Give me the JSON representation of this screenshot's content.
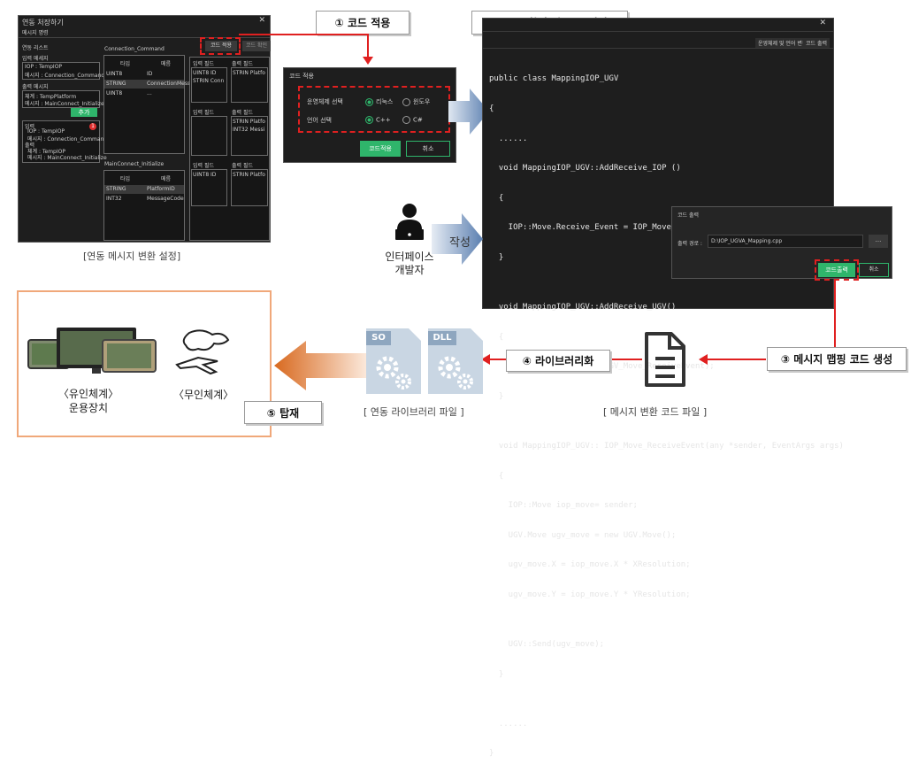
{
  "settings_window": {
    "title": "연동 처장하기",
    "tab": "메시지 명령",
    "sections": {
      "list": "연동 리스트",
      "input": "입력 메세지",
      "output": "출력 메시지"
    },
    "input_value": [
      "IOP : TempIOP",
      "메시지 : Connection_Command"
    ],
    "output_value": [
      "체계 : TempPlatform",
      "메시지 : MainConnect_Initialize"
    ],
    "add_button": "추가",
    "summary": [
      "입력",
      "IOP : TempIOP",
      "메시지 : Connection_Command",
      "출력",
      "체계 : TempIOP",
      "메시지 : MainConnect_Initialize"
    ],
    "badge": "1",
    "table1_title": "Connection_Command",
    "table2_title": "MainConnect_Initialize",
    "col_type": "타입",
    "col_name": "메름",
    "table1_rows": [
      [
        "UINT8",
        "ID"
      ],
      [
        "STRING",
        "ConnectionMessa"
      ],
      [
        "UINT8",
        "..."
      ]
    ],
    "table2_rows": [
      [
        "STRING",
        "PlatformID"
      ],
      [
        "INT32",
        "MessageCode"
      ]
    ],
    "code_apply_btn": "코드 적용",
    "code_verify_btn": "코드 확인",
    "field_in": "입력 필드",
    "field_out": "출력 필드",
    "field_items": [
      "UINT8 ID",
      "STRIN Conn",
      "STRIN Platfo",
      "STRIN Platfo",
      "INT32 Messi",
      "UINT8 ID",
      "STRIN Platfo"
    ]
  },
  "caption_settings": "[연동 메시지 변환 설정]",
  "step1": "① 코드 적용",
  "step2": "② 코드 확인 및 코드 편집",
  "step3": "③ 메시지 맵핑 코드 생성",
  "step4": "④ 라이브러리화",
  "step5": "⑤ 탑재",
  "apply_dialog": {
    "title": "코드 적용",
    "os_label": "운영체제 선택",
    "os_options": [
      "리눅스",
      "윈도우"
    ],
    "lang_label": "언어 선택",
    "lang_options": [
      "C++",
      "C#"
    ],
    "apply_btn": "코드적용",
    "cancel_btn": "취소"
  },
  "editor": {
    "tab_os": "운영체제 및 언어 변경",
    "tab_out": "코드 출력",
    "lines": [
      "public class MappingIOP_UGV",
      "{",
      "  ......",
      "  void MappingIOP_UGV::AddReceive_IOP ()",
      "  {",
      "    IOP::Move.Receive_Event = IOP_Move_ReceiveEvent;",
      "  }",
      "",
      "  void MappingIOP_UGV::AddReceive_UGV()",
      "  {",
      "    UGV::AddMoveHandler(UGV_Move_ReceiveEvent);",
      "  }",
      "",
      "  void MappingIOP_UGV:: IOP_Move_ReceiveEvent(any *sender, EventArgs args)",
      "  {",
      "    IOP::Move iop_move= sender;",
      "    UGV.Move ugv_move = new UGV.Move();",
      "    ugv_move.X = iop_move.X * XResolution;",
      "    ugv_move.Y = iop_move.Y * YResolution;",
      "",
      "    UGV::Send(ugv_move);",
      "  }",
      "",
      "  ......",
      "}"
    ]
  },
  "output_dialog": {
    "title": "코드 출력",
    "path_label": "출력 경로 :",
    "path_value": "D:\\IOP_UGVA_Mapping.cpp",
    "browse": "...",
    "output_btn": "코드출력",
    "cancel_btn": "취소"
  },
  "developer_label": [
    "인터페이스",
    "개발자"
  ],
  "write_label": "작성",
  "doc_caption": "[ 메시지 변환 코드 파일 ]",
  "lib_caption": "[ 연동 라이브러리 파일 ]",
  "so_label": "SO",
  "dll_label": "DLL",
  "manned_label": [
    "〈유인체계〉",
    "운용장치"
  ],
  "unmanned_label": "〈무인체계〉",
  "colors": {
    "red": "#e02020",
    "green": "#2fb56b",
    "dark": "#1e1e1e",
    "orange": "#e07a30",
    "blue": "#5b7fb0",
    "gray": "#c8d4e0"
  }
}
